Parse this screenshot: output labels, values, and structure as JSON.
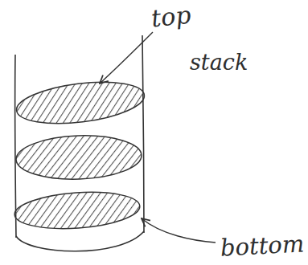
{
  "diagram": {
    "labels": [
      "top",
      "stack",
      "bottom"
    ]
  }
}
